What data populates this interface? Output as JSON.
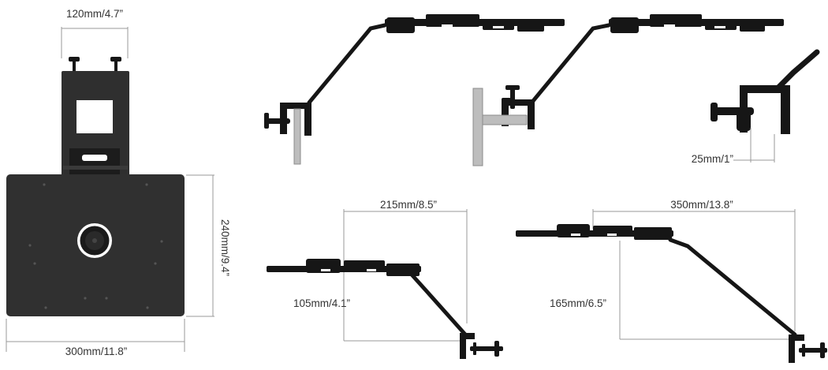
{
  "colors": {
    "part": "#161616",
    "plate": "#303030",
    "desk_edge": "#bdbdbd",
    "dimension_line": "#9a9a9a",
    "dimension_text": "#333333"
  },
  "dimensions": {
    "bracket_width": "120mm/4.7”",
    "plate_height": "240mm/9.4”",
    "plate_width": "300mm/11.8”",
    "clamp_thickness": "25mm/1”",
    "short_arm_reach": "215mm/8.5”",
    "short_arm_height": "105mm/4.1”",
    "long_arm_reach": "350mm/13.8”",
    "long_arm_height": "165mm/6.5”"
  }
}
